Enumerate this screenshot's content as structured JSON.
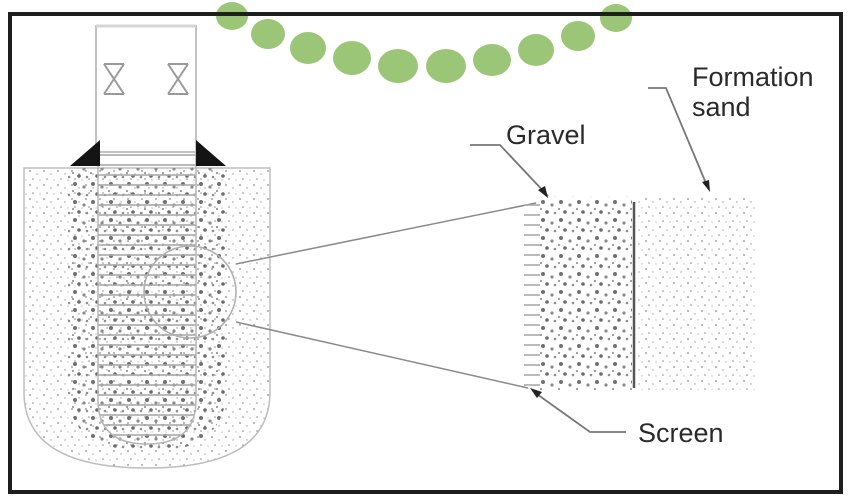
{
  "labels": {
    "formation_line1": "Formation",
    "formation_line2": "sand",
    "gravel": "Gravel",
    "screen": "Screen"
  },
  "colors": {
    "frame": "#1e1e1e",
    "line": "#8a8a8a",
    "speckle": "#7a7a7a",
    "watermark": "#7bb34a"
  }
}
